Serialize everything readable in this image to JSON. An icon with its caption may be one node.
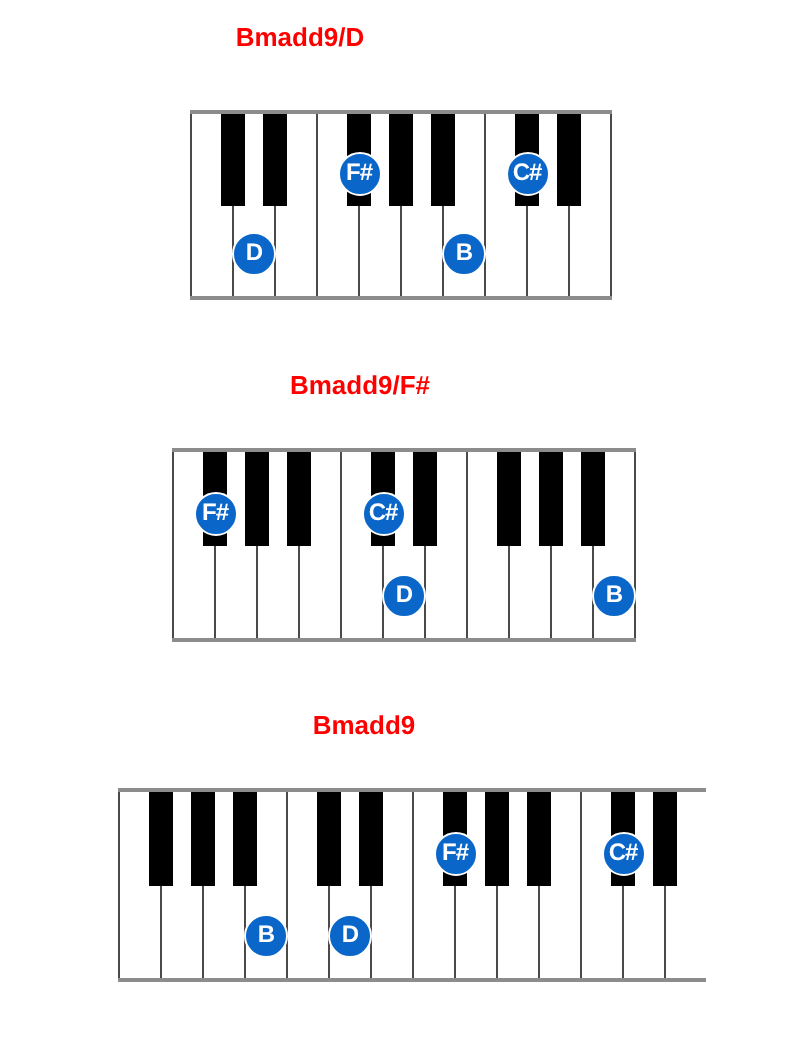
{
  "diagram": {
    "nodes": [
      {
        "text": [
          "Bmadd9/D"
        ]
      },
      {
        "text": [
          "D"
        ],
        "in": 0
      },
      {
        "text": [
          "F#"
        ],
        "in": 0
      },
      {
        "text": [
          "B"
        ],
        "in": 0
      },
      {
        "text": [
          "C#"
        ],
        "in": 0
      },
      {
        "text": [
          "Bmadd9/F#"
        ]
      },
      {
        "text": [
          "F#"
        ],
        "in": 5
      },
      {
        "text": [
          "C#"
        ],
        "in": 5
      },
      {
        "text": [
          "D"
        ],
        "in": 5
      },
      {
        "text": [
          "B"
        ],
        "in": 5
      },
      {
        "text": [
          "Bmadd9"
        ]
      },
      {
        "text": [
          "B"
        ],
        "in": 10
      },
      {
        "text": [
          "D"
        ],
        "in": 10
      },
      {
        "text": [
          "F#"
        ],
        "in": 10
      },
      {
        "text": [
          "C#"
        ],
        "in": 10
      }
    ]
  }
}
